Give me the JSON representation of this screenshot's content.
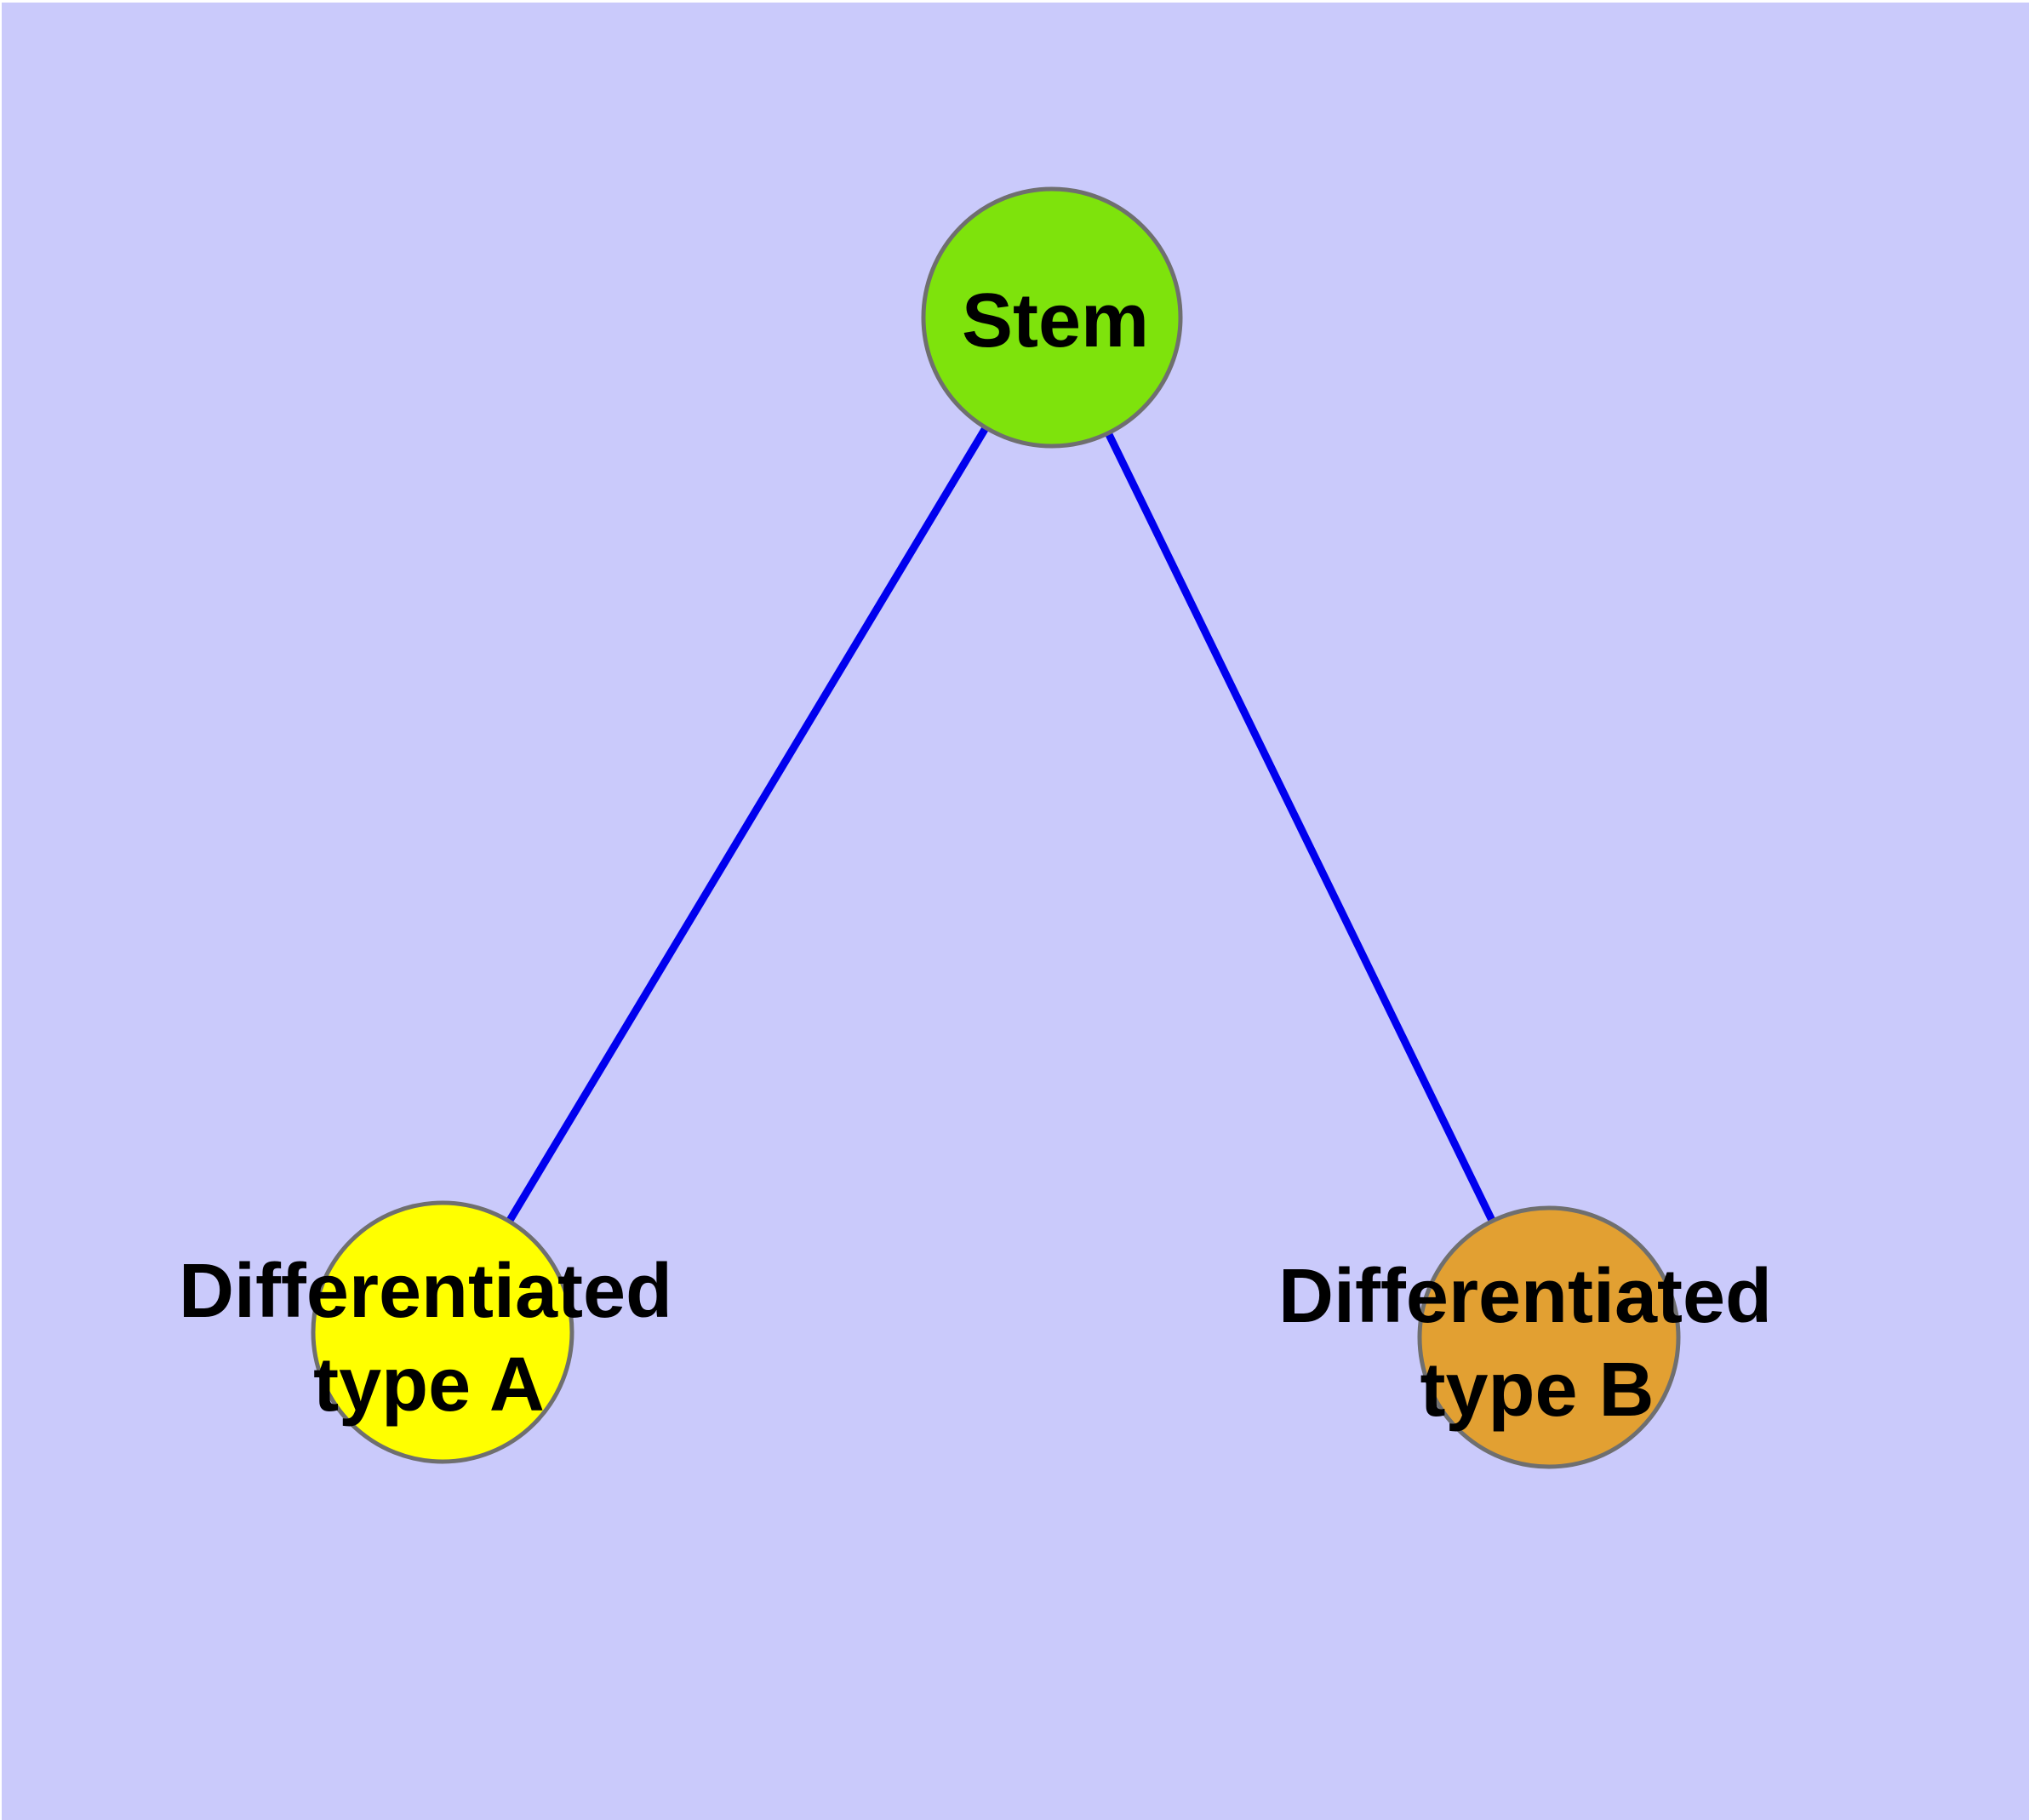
{
  "diagram": {
    "type": "node-link-graph",
    "background_color": "#CACAFB",
    "edge_color": "#0000EE",
    "node_border_color": "#6F6F6F",
    "label_color": "#000000",
    "nodes": [
      {
        "id": "stem",
        "label": "Stem",
        "lines": [
          "Stem"
        ],
        "fill": "#7EE30C"
      },
      {
        "id": "differentiated-type-a",
        "label": "Differentiated type A",
        "lines": [
          "Differentiated",
          "type A"
        ],
        "fill": "#FFFF00"
      },
      {
        "id": "differentiated-type-b",
        "label": "Differentiated type B",
        "lines": [
          "Differentiated",
          "type B"
        ],
        "fill": "#E2A032"
      }
    ],
    "edges": [
      {
        "from": "Stem",
        "to": "Differentiated type A"
      },
      {
        "from": "Stem",
        "to": "Differentiated type B"
      }
    ]
  }
}
